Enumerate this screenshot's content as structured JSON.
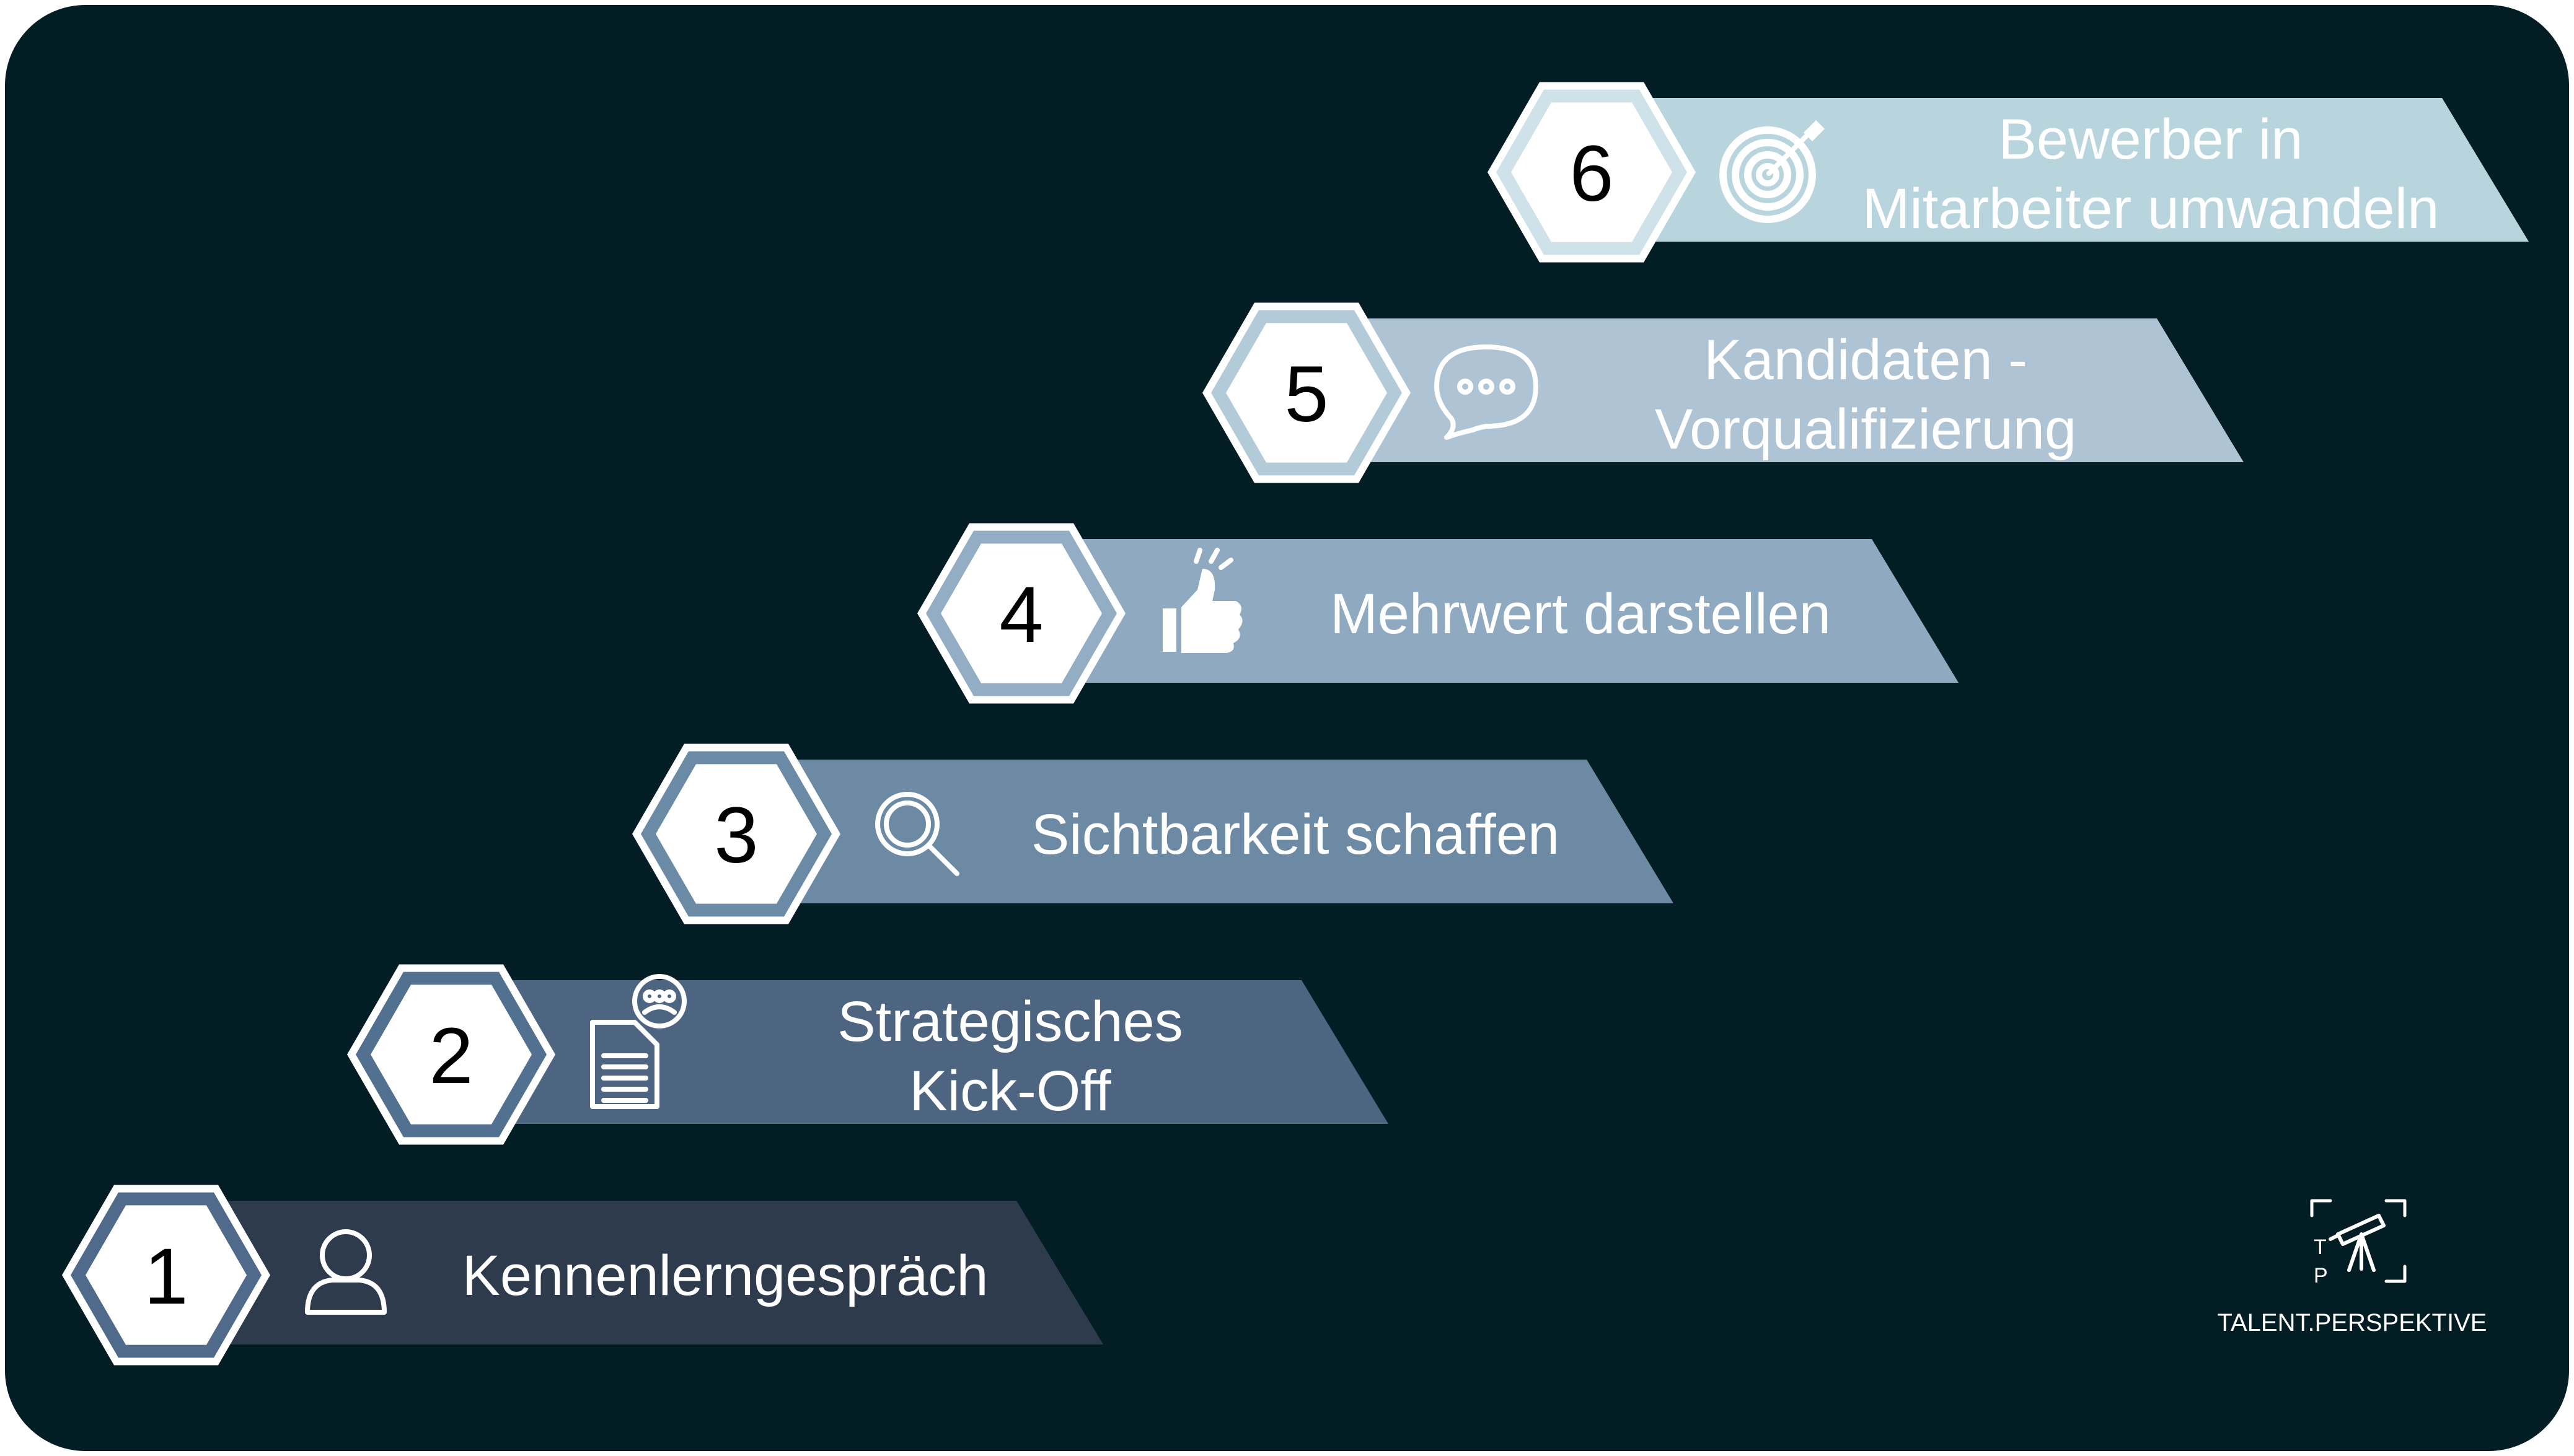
{
  "steps": [
    {
      "number": "1",
      "label_lines": [
        "Kennenlerngespräch"
      ],
      "icon": "person-icon",
      "band_color": "#2e3b4c",
      "ring_color": "#4f6a8a"
    },
    {
      "number": "2",
      "label_lines": [
        "Strategisches",
        "Kick-Off"
      ],
      "icon": "document-team-icon",
      "band_color": "#4d6580",
      "ring_color": "#52708f"
    },
    {
      "number": "3",
      "label_lines": [
        "Sichtbarkeit schaffen"
      ],
      "icon": "magnifier-icon",
      "band_color": "#6c8aa4",
      "ring_color": "#6a8aa6"
    },
    {
      "number": "4",
      "label_lines": [
        "Mehrwert darstellen"
      ],
      "icon": "thumbs-up-icon",
      "band_color": "#8faac0",
      "ring_color": "#93adc4"
    },
    {
      "number": "5",
      "label_lines": [
        "Kandidaten -",
        "Vorqualifizierung"
      ],
      "icon": "speech-bubble-icon",
      "band_color": "#aec3d3",
      "ring_color": "#b3cad8"
    },
    {
      "number": "6",
      "label_lines": [
        "Bewerber in",
        "Mitarbeiter umwandeln"
      ],
      "icon": "target-icon",
      "band_color": "#b8d5de",
      "ring_color": "#cfe2ea"
    }
  ],
  "logo": {
    "letters": [
      "T",
      "P"
    ],
    "name": "TALENT.PERSPEKTIVE",
    "icon": "telescope-icon"
  },
  "colors": {
    "background": "#021e24",
    "hexagon_fill": "#ffffff",
    "label_text": "#ffffff"
  }
}
